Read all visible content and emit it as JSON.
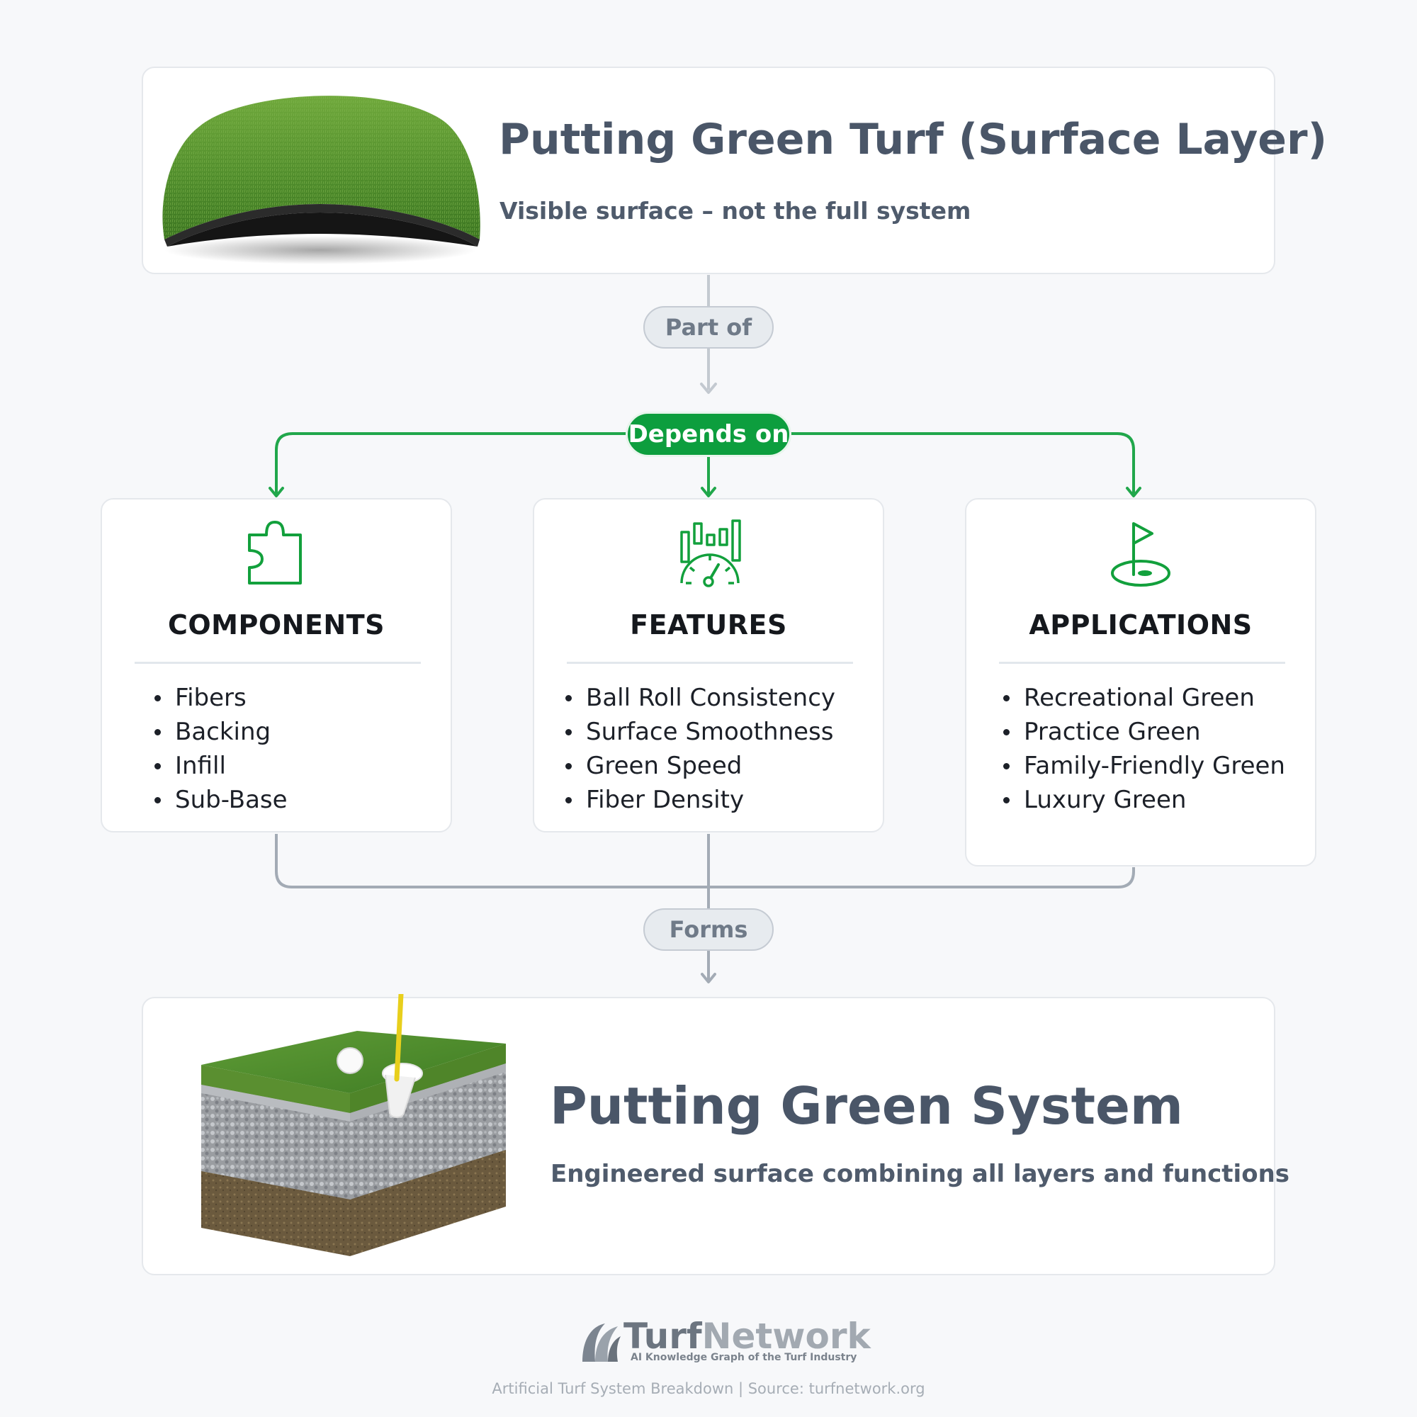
{
  "top_card": {
    "title": "Putting Green Turf (Surface Layer)",
    "subtitle": "Visible surface – not the full system"
  },
  "connectors": {
    "part_of": "Part of",
    "depends_on": "Depends on",
    "forms": "Forms"
  },
  "columns": [
    {
      "title": "COMPONENTS",
      "icon": "puzzle-icon",
      "items": [
        "Fibers",
        "Backing",
        "Infill",
        "Sub-Base"
      ]
    },
    {
      "title": "FEATURES",
      "icon": "speedometer-chart-icon",
      "items": [
        "Ball Roll Consistency",
        "Surface Smoothness",
        "Green Speed",
        "Fiber Density"
      ]
    },
    {
      "title": "APPLICATIONS",
      "icon": "golf-flag-icon",
      "items": [
        "Recreational Green",
        "Practice Green",
        "Family-Friendly Green",
        "Luxury Green"
      ]
    }
  ],
  "bottom_card": {
    "title": "Putting Green System",
    "subtitle": "Engineered surface combining all layers and functions"
  },
  "footer": {
    "brand_part1": "Turf",
    "brand_part2": "Network",
    "tagline": "AI Knowledge Graph of the Turf Industry",
    "caption": "Artificial Turf System Breakdown | Source: turfnetwork.org"
  },
  "colors": {
    "accent_green": "#0d9e3e",
    "connector_gray": "#a3abb5",
    "title_slate": "#4a5668"
  }
}
